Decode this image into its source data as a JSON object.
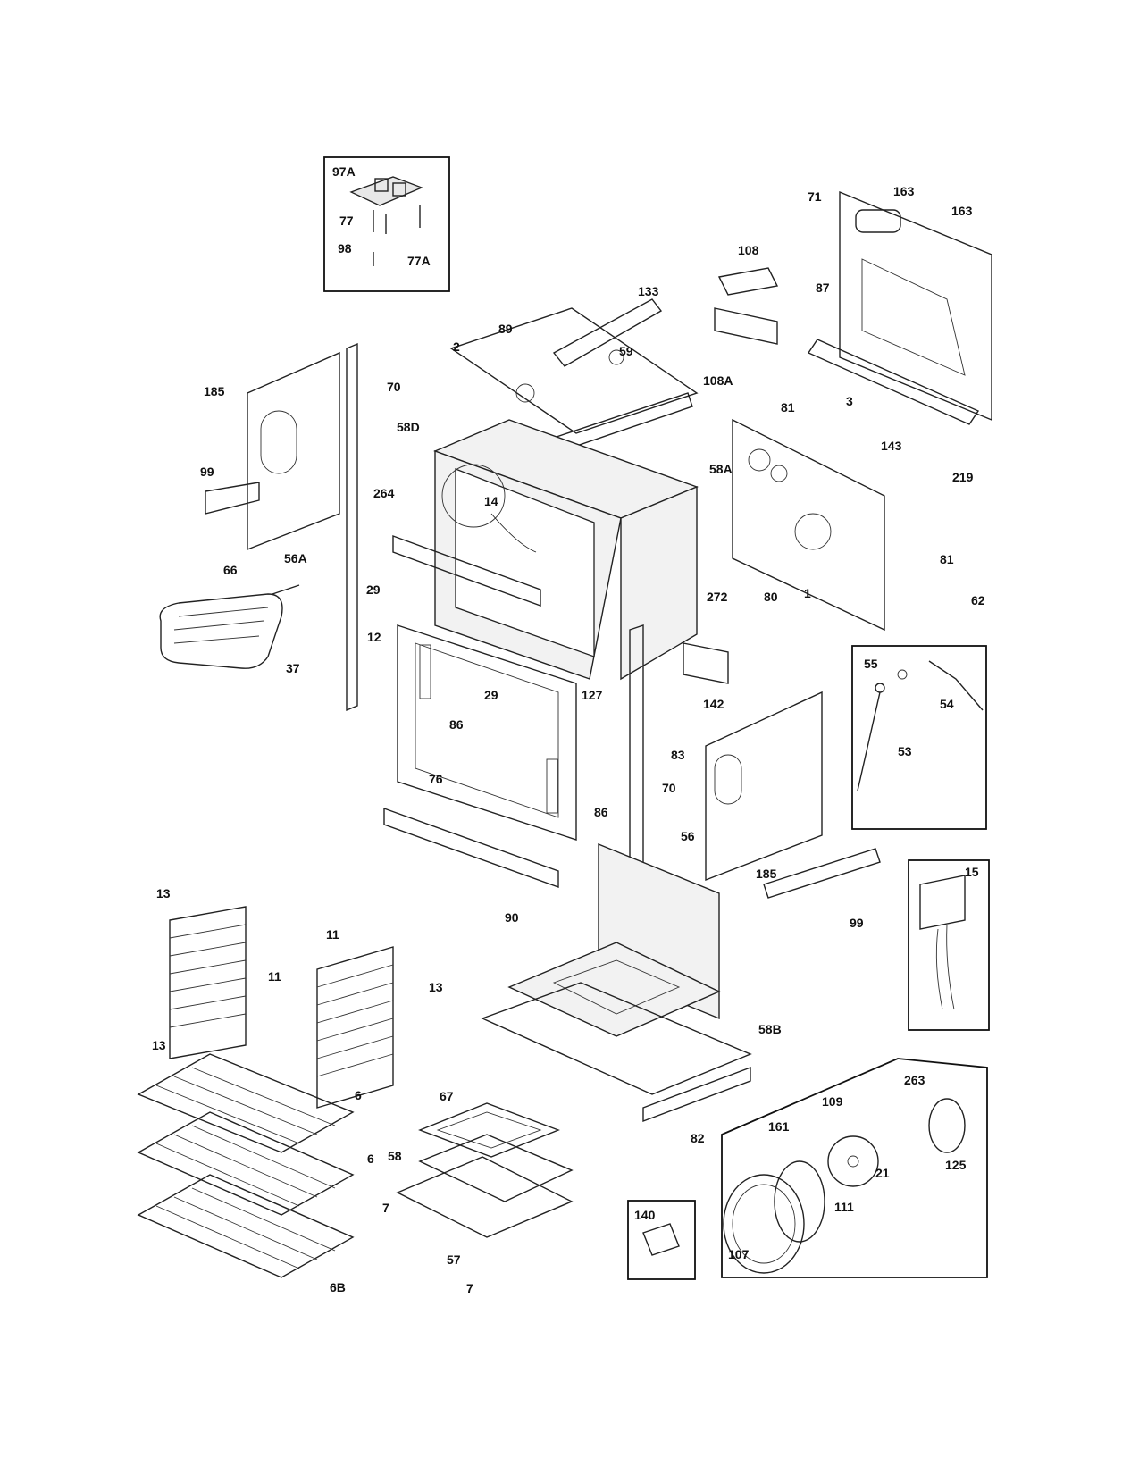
{
  "callouts": [
    "97A",
    "77",
    "77A",
    "98",
    "163",
    "163",
    "71",
    "108",
    "87",
    "133",
    "89",
    "2",
    "59",
    "108A",
    "185",
    "70",
    "81",
    "3",
    "58D",
    "58A",
    "143",
    "219",
    "99",
    "14",
    "264",
    "81",
    "56A",
    "66",
    "29",
    "272",
    "80",
    "1",
    "62",
    "12",
    "127",
    "55",
    "54",
    "37",
    "29",
    "86",
    "142",
    "53",
    "83",
    "70",
    "76",
    "86",
    "56",
    "185",
    "15",
    "90",
    "99",
    "13",
    "11",
    "11",
    "13",
    "13",
    "58B",
    "6",
    "67",
    "263",
    "109",
    "161",
    "6",
    "58",
    "21",
    "125",
    "82",
    "111",
    "7",
    "140",
    "57",
    "107",
    "7",
    "6B"
  ]
}
